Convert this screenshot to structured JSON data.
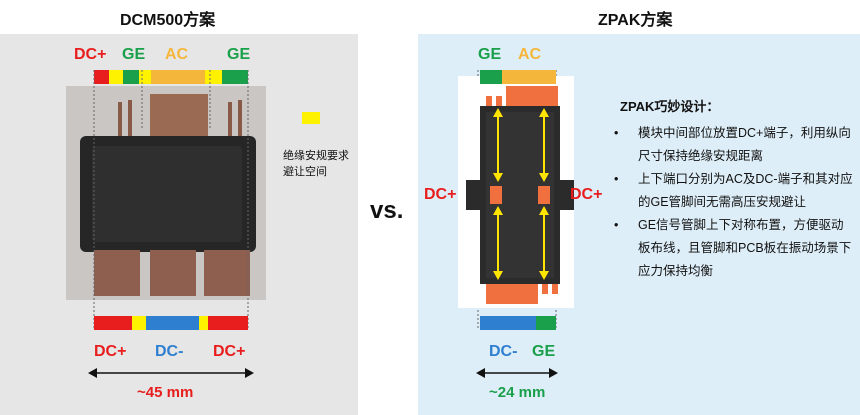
{
  "left": {
    "title": "DCM500方案",
    "top_labels": {
      "dc_plus": "DC+",
      "ge_left": "GE",
      "ac": "AC",
      "ge_right": "GE"
    },
    "bottom_labels": {
      "dc_plus_left": "DC+",
      "dc_minus": "DC-",
      "dc_plus_right": "DC+"
    },
    "dimension": "~45 mm",
    "legend_text": "绝缘安规要求避让空间"
  },
  "vs": "vs.",
  "right": {
    "title": "ZPAK方案",
    "top_labels": {
      "ge": "GE",
      "ac": "AC"
    },
    "side_labels": {
      "dc_plus_left": "DC+",
      "dc_plus_right": "DC+"
    },
    "bottom_labels": {
      "dc_minus": "DC-",
      "ge": "GE"
    },
    "dimension": "~24 mm",
    "design_title": "ZPAK巧妙设计：",
    "bullets": [
      "模块中间部位放置DC+端子，利用纵向尺寸保持绝缘安规距离",
      "上下端口分别为AC及DC-端子和其对应的GE管脚间无需高压安规避让",
      "GE信号管脚上下对称布置，方便驱动板布线，且管脚和PCB板在振动场景下应力保持均衡"
    ]
  },
  "colors": {
    "red": "#e81d1d",
    "green": "#1aa04a",
    "orange": "#f5b63c",
    "blue": "#2f7fd0",
    "yellow": "#fff200",
    "copper": "#f07040",
    "module_dark": "#2a2a2a"
  },
  "icons": {
    "bullet": "•"
  }
}
